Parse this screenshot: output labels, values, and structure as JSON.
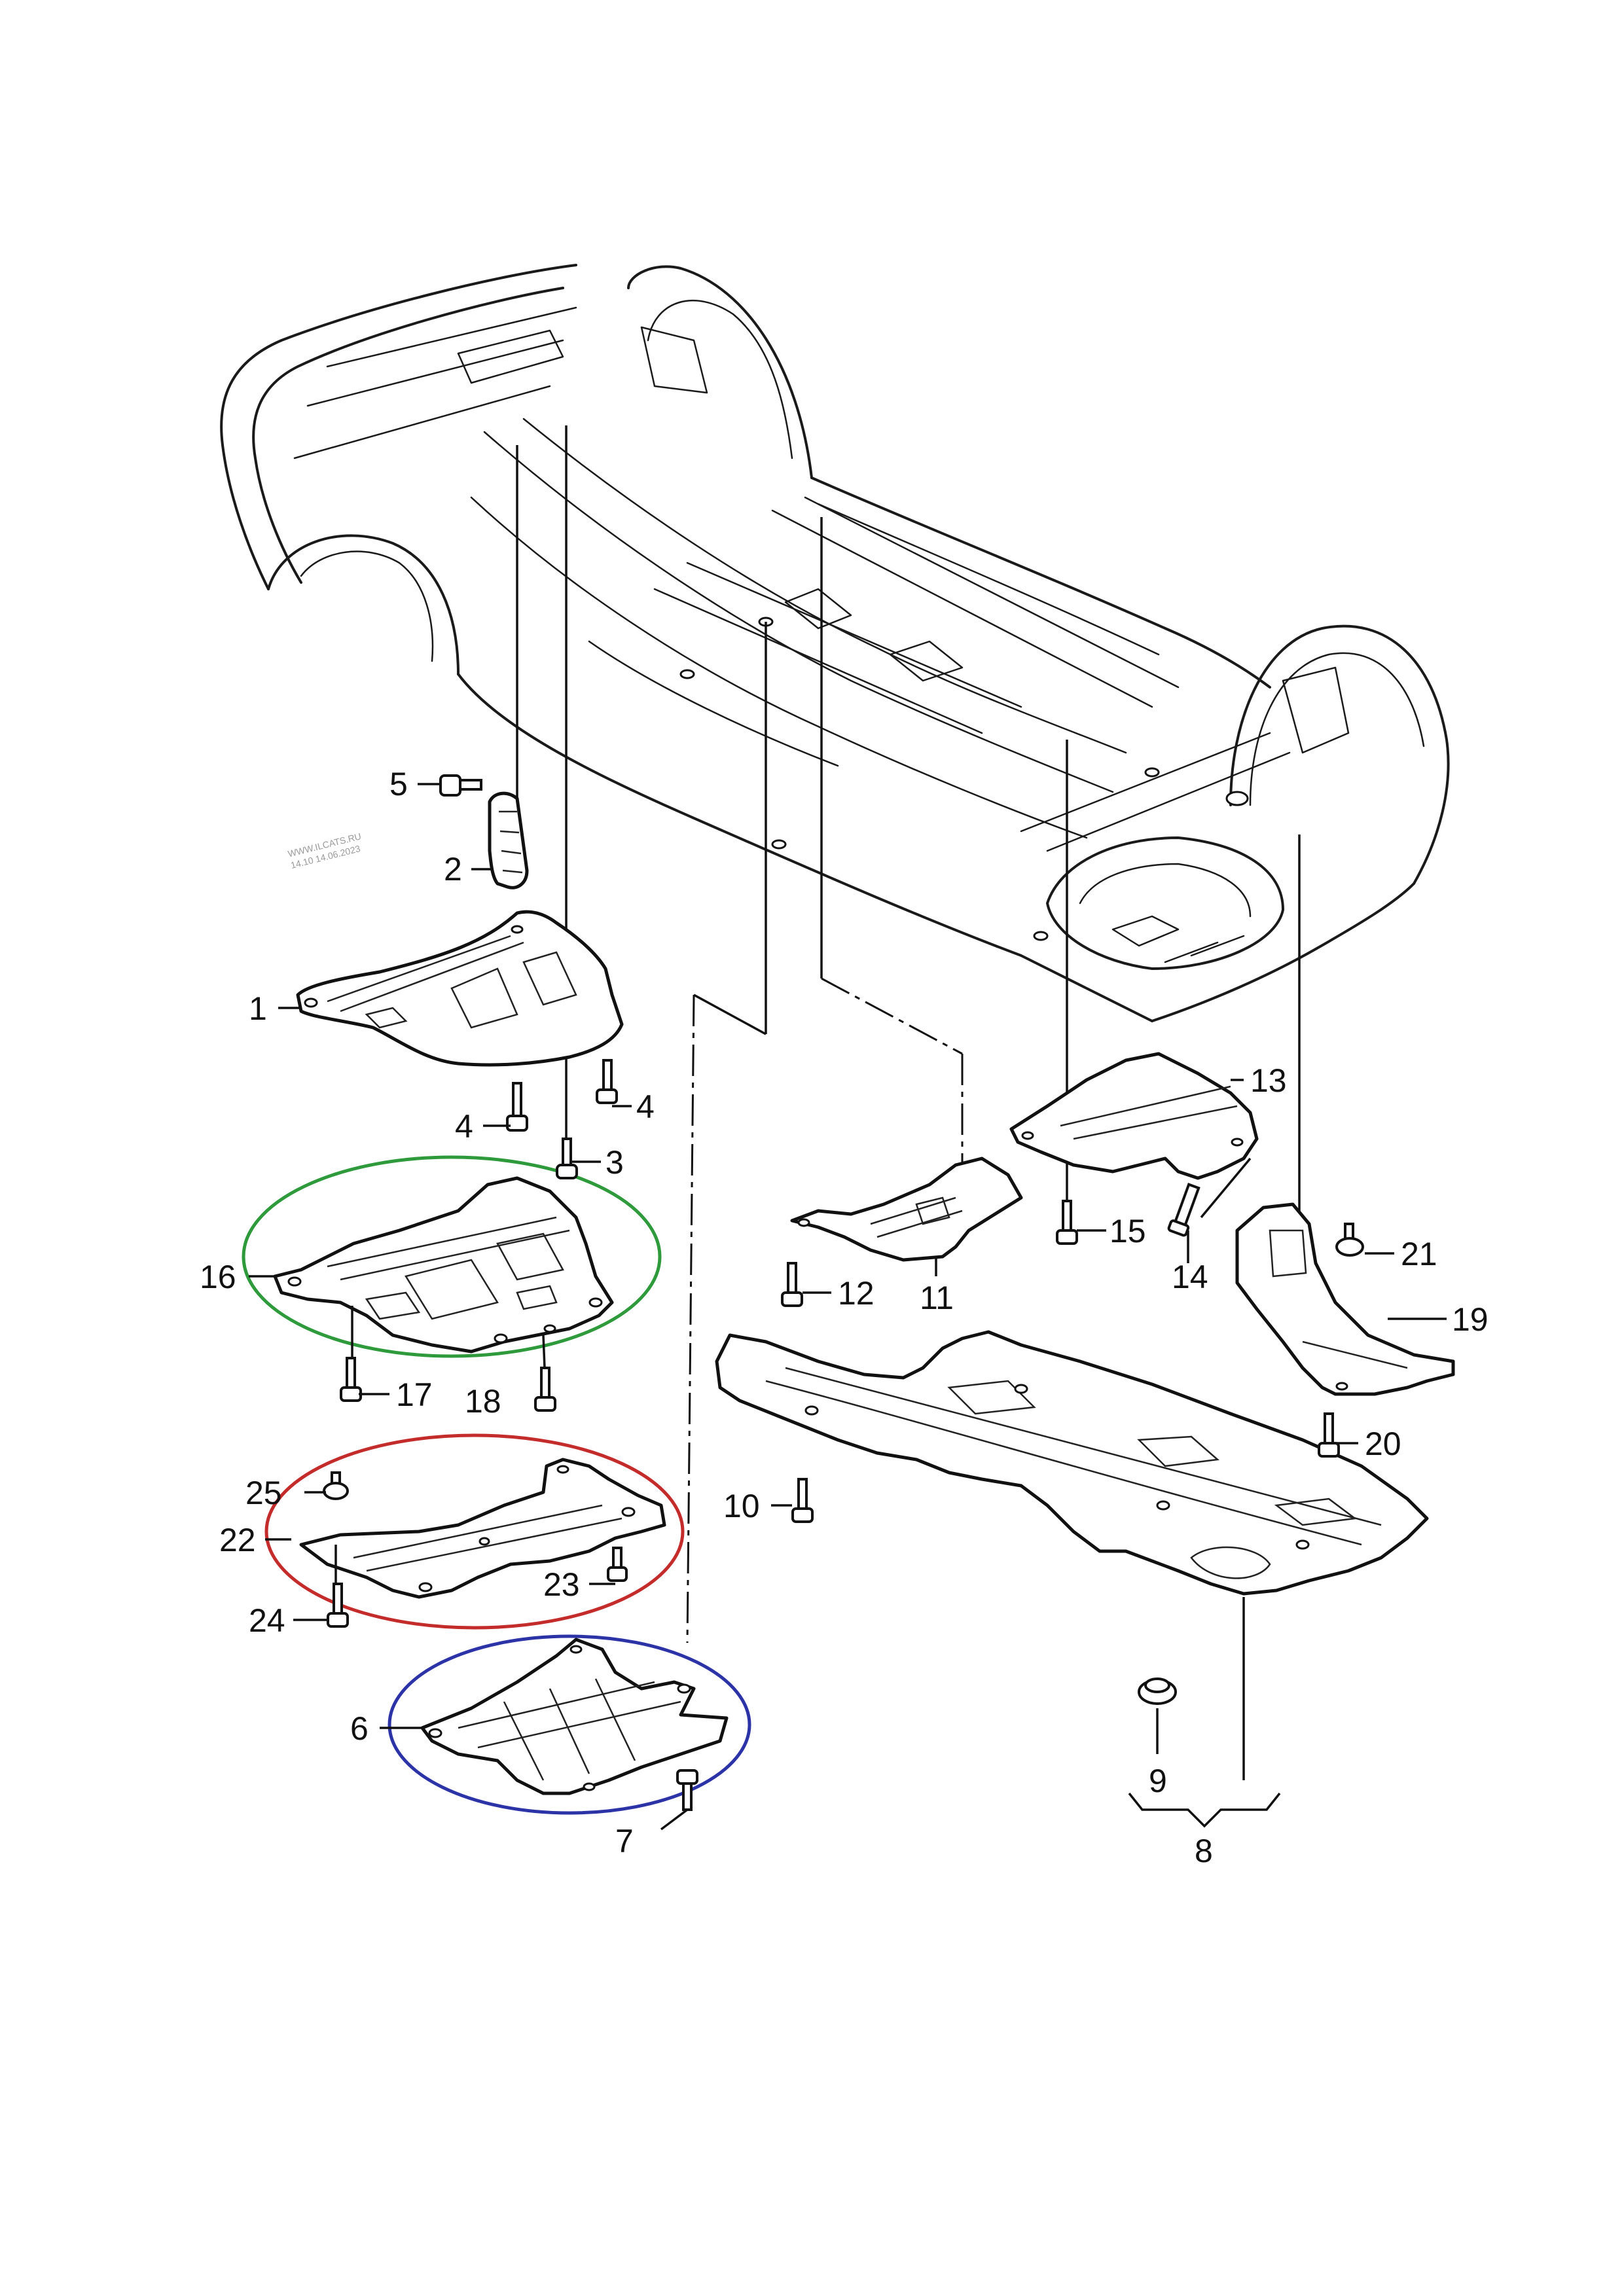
{
  "watermark": {
    "line1": "WWW.ILCATS.RU",
    "line2": "14.10 14.06.2023"
  },
  "colors": {
    "line": "#111111",
    "group_green": "#2e9a3c",
    "group_red": "#c42b2b",
    "group_blue": "#2c33a6"
  },
  "callouts": {
    "c1": "1",
    "c2": "2",
    "c3": "3",
    "c4a": "4",
    "c4b": "4",
    "c5": "5",
    "c6": "6",
    "c7": "7",
    "c8": "8",
    "c9": "9",
    "c10": "10",
    "c11": "11",
    "c12": "12",
    "c13": "13",
    "c14": "14",
    "c15": "15",
    "c16": "16",
    "c17": "17",
    "c18": "18",
    "c19": "19",
    "c20": "20",
    "c21": "21",
    "c22": "22",
    "c23": "23",
    "c24": "24",
    "c25": "25"
  }
}
